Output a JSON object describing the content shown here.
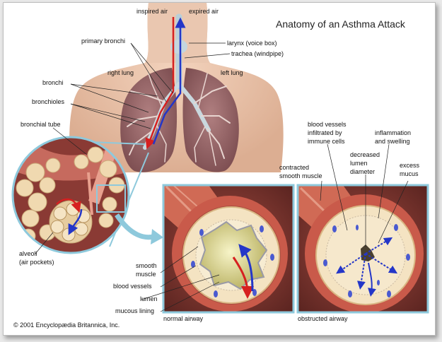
{
  "title": "Anatomy of an Asthma Attack",
  "labels": {
    "inspired_air": "inspired air",
    "expired_air": "expired air",
    "primary_bronchi": "primary bronchi",
    "larynx": "larynx (voice box)",
    "trachea": "trachea (windpipe)",
    "right_lung": "right lung",
    "left_lung": "left lung",
    "bronchi": "bronchi",
    "bronchioles": "bronchioles",
    "bronchial_tube": "bronchial tube",
    "alveoli_line1": "alveoli",
    "alveoli_line2": "(air pockets)",
    "smooth_muscle_line1": "smooth",
    "smooth_muscle_line2": "muscle",
    "blood_vessels": "blood vessels",
    "lumen": "lumen",
    "mucous_lining": "mucous lining",
    "contracted_line1": "contracted",
    "contracted_line2": "smooth muscle",
    "infiltrated_line1": "blood vessels",
    "infiltrated_line2": "infiltrated by",
    "infiltrated_line3": "immune cells",
    "inflammation_line1": "inflammation",
    "inflammation_line2": "and swelling",
    "decreased_line1": "decreased",
    "decreased_line2": "lumen",
    "decreased_line3": "diameter",
    "excess_line1": "excess",
    "excess_line2": "mucus"
  },
  "captions": {
    "normal": "normal airway",
    "obstructed": "obstructed airway"
  },
  "copyright": "© 2001 Encyclopædia Britannica, Inc.",
  "colors": {
    "skin": "#e9c3aa",
    "lung": "#9c6a6c",
    "muscle": "#c95a4a",
    "panel_border": "#8ec9dc",
    "panel_bg": "#8a3c36",
    "wall": "#f4e3c2",
    "lumen": "#e0dc8c",
    "inspired_arrow": "#d62020",
    "expired_arrow": "#2436c8"
  }
}
